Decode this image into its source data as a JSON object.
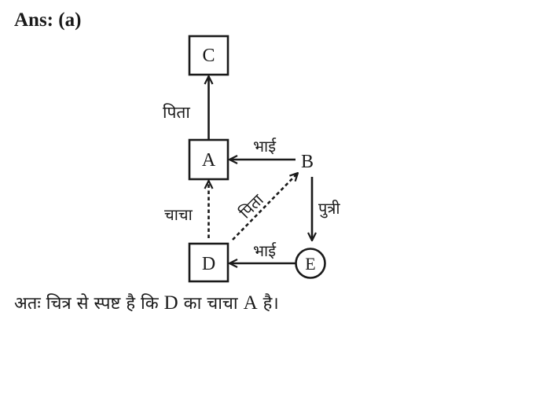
{
  "answer_heading": "Ans: (a)",
  "nodes": {
    "c": "C",
    "a": "A",
    "b": "B",
    "d": "D",
    "e": "E"
  },
  "edge_labels": {
    "a_to_c": "पिता",
    "b_to_a": "भाई",
    "b_to_e": "पुत्री",
    "d_to_a": "चाचा",
    "d_to_b": "पिता",
    "e_to_d": "भाई"
  },
  "conclusion": {
    "part1": "अतः चित्र से स्पष्ट है कि ",
    "subject": "D",
    "part2": " का चाचा ",
    "object": "A",
    "part3": " है।"
  }
}
